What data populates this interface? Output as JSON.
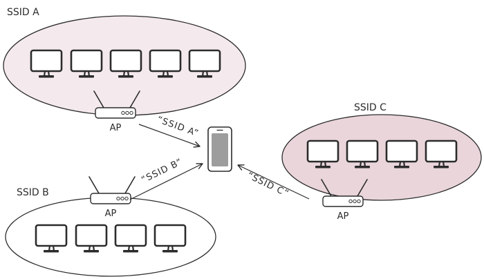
{
  "networks": {
    "a": {
      "label": "SSID A",
      "ap_label": "AP",
      "fill": "#f4e9ec",
      "computers": 5
    },
    "b": {
      "label": "SSID B",
      "ap_label": "AP",
      "fill": "#ffffff",
      "computers": 4
    },
    "c": {
      "label": "SSID C",
      "ap_label": "AP",
      "fill": "#e9d5da",
      "computers": 4
    }
  },
  "broadcasts": {
    "a": "“SSID A”",
    "b": "“SSID B”",
    "c": "“SSID C”"
  },
  "colors": {
    "stroke": "#2b2b2b",
    "phone_screen": "#9d9d9d",
    "monitor_screen": "#ffffff"
  },
  "icons": {
    "computer": "desktop-monitor-icon",
    "router": "wireless-router-icon",
    "phone": "smartphone-icon"
  }
}
